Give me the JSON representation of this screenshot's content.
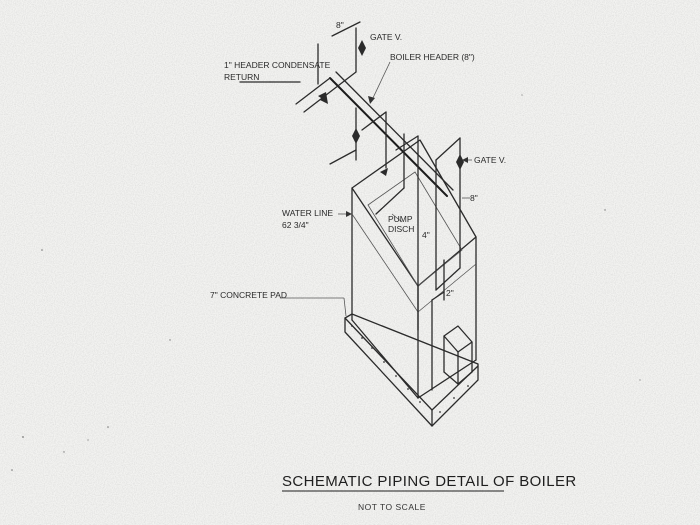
{
  "drawing": {
    "labels": {
      "dim_top": "8\"",
      "gate_valve_top": "GATE V.",
      "header_condensate_line1": "1\" HEADER CONDENSATE",
      "header_condensate_line2": "RETURN",
      "boiler_header": "BOILER HEADER (8\")",
      "gate_valve_right": "GATE V.",
      "dim_right": "8\"",
      "water_line_line1": "WATER LINE",
      "water_line_line2": "62 3/4\"",
      "pump_disch_line1": "PUMP",
      "pump_disch_line2": "DISCH",
      "pipe_4": "4\"",
      "pipe_2": "2\"",
      "concrete_pad": "7\" CONCRETE PAD"
    },
    "title": "SCHEMATIC PIPING DETAIL OF BOILER",
    "subtitle": "NOT TO SCALE"
  }
}
